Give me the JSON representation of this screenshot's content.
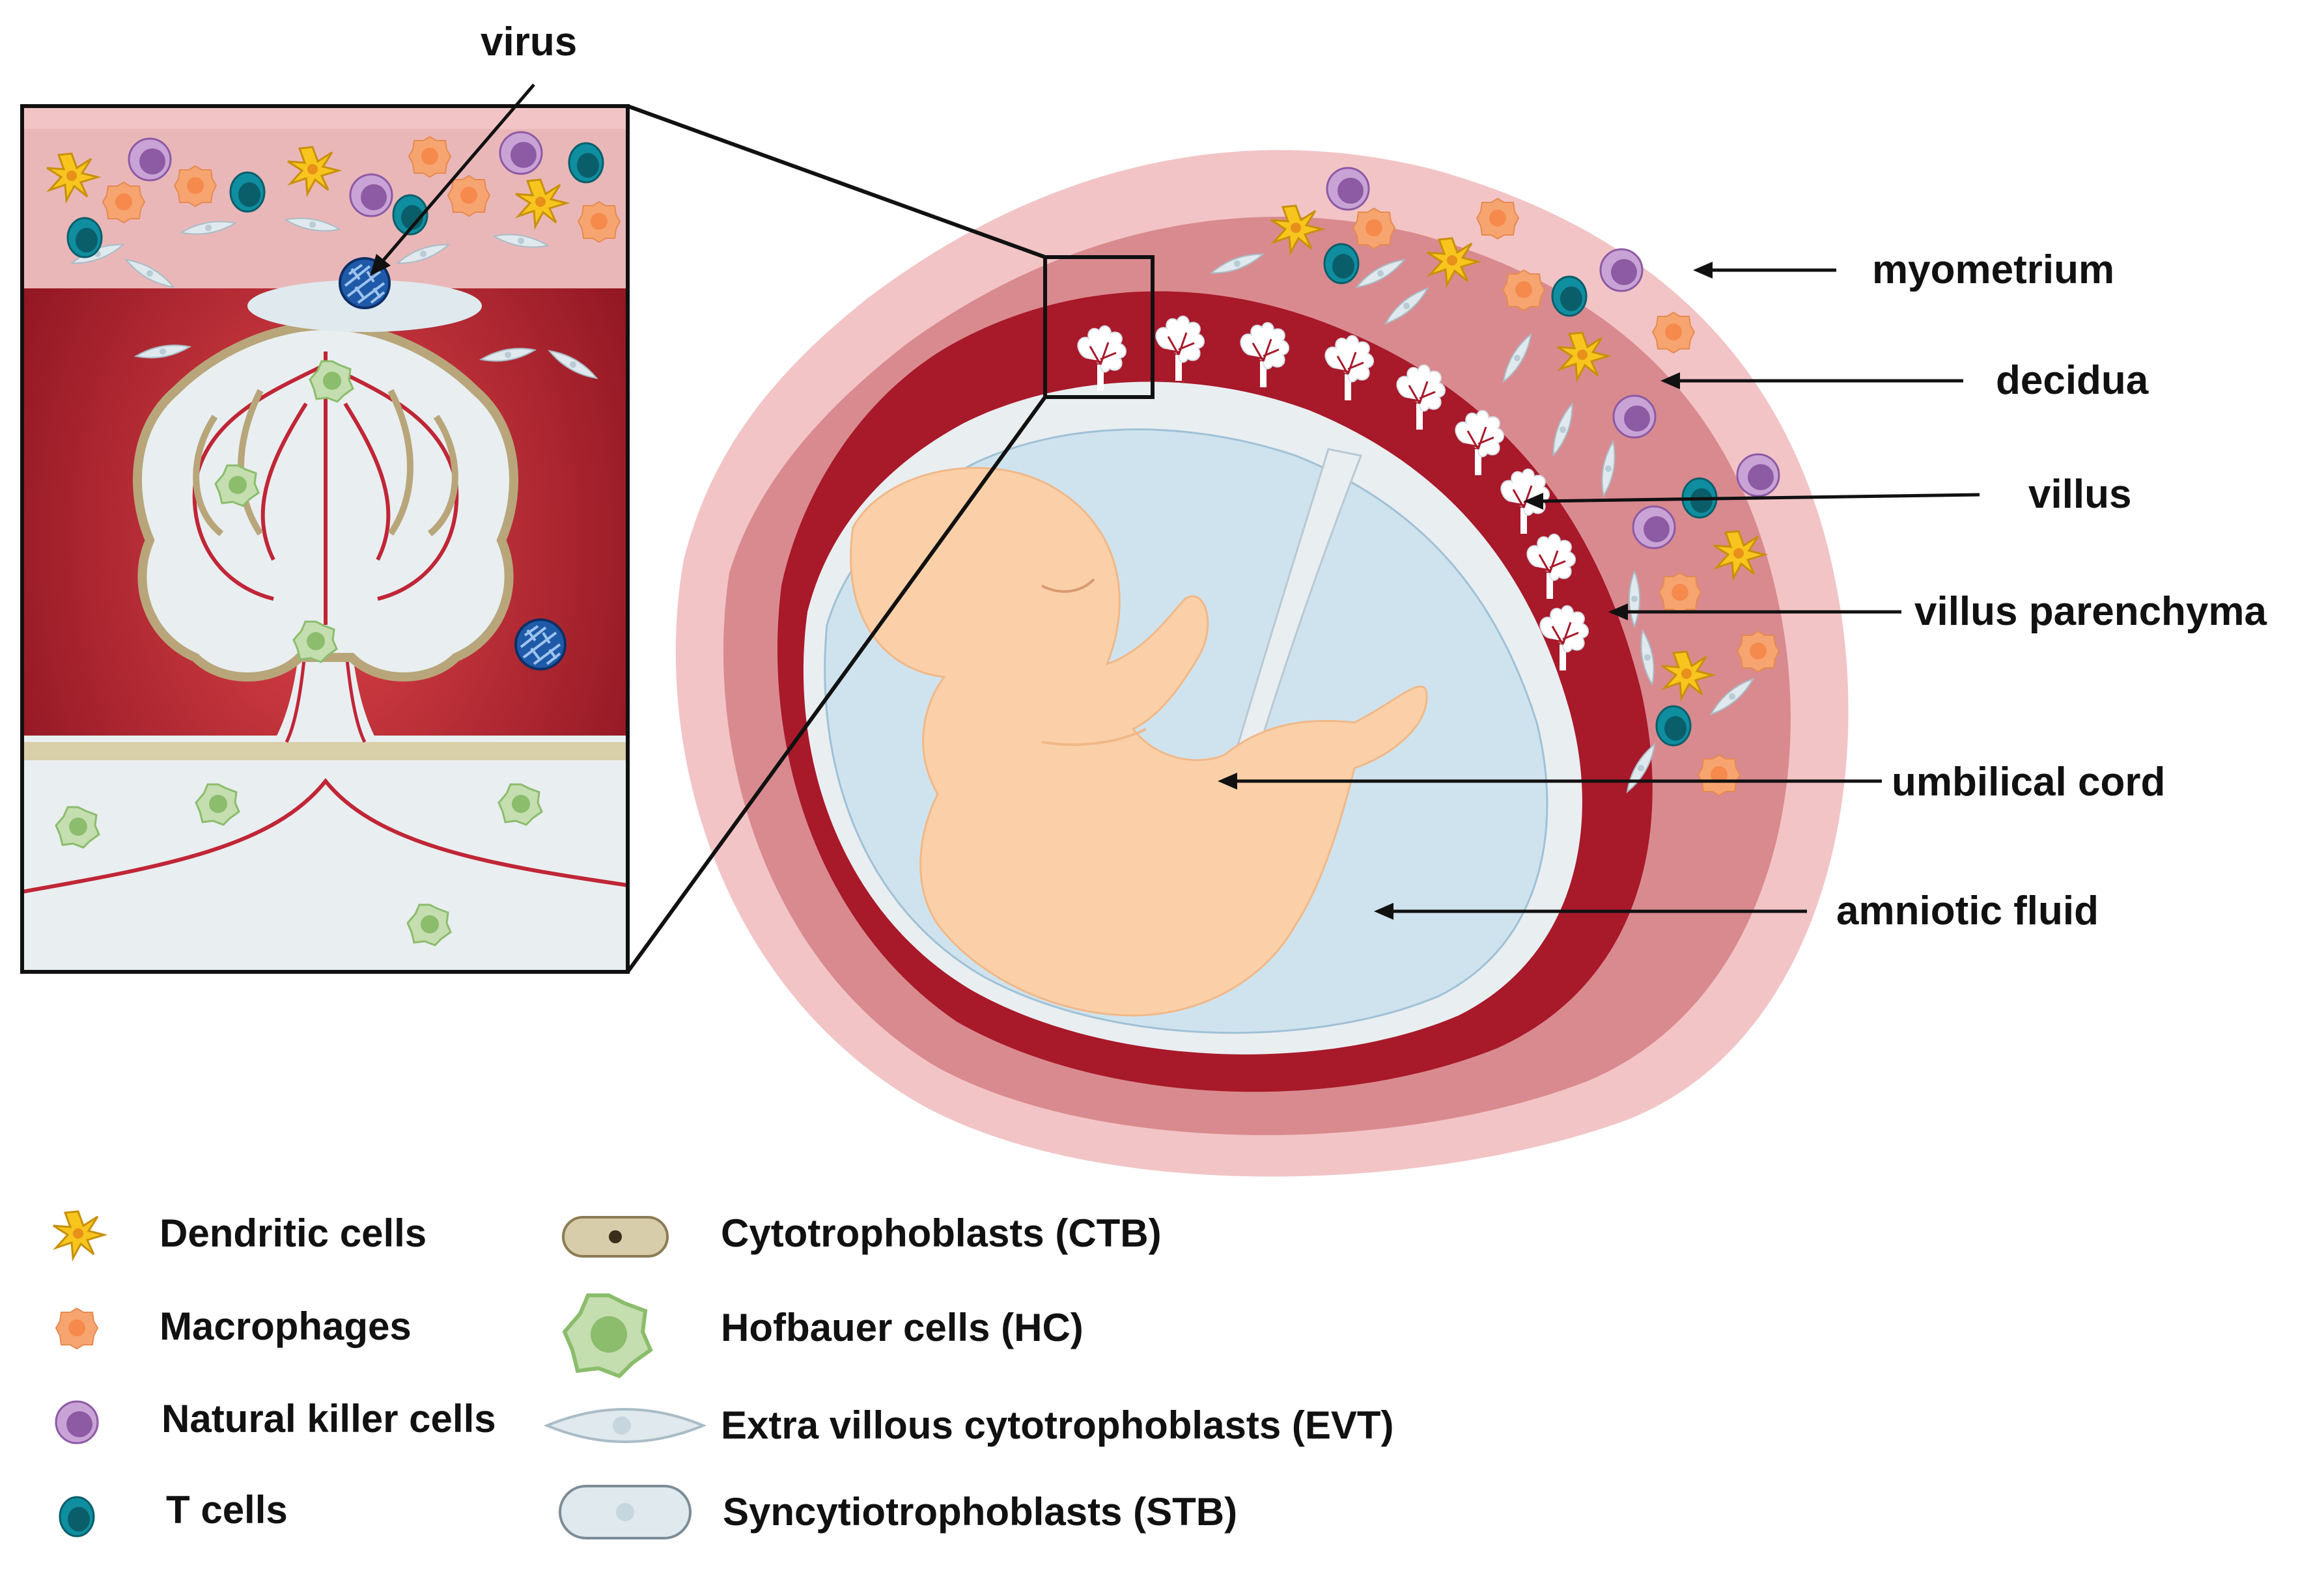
{
  "labels": {
    "virus": "virus",
    "myometrium": "myometrium",
    "decidua": "decidua",
    "villus": "villus",
    "villus_parenchyma": "villus parenchyma",
    "umbilical_cord": "umbilical cord",
    "amniotic_fluid": "amniotic fluid"
  },
  "legend": {
    "dendritic": "Dendritic  cells",
    "macrophages": "Macrophages",
    "nk": "Natural  killer  cells",
    "tcells": "T cells",
    "ctb": "Cytotrophoblasts (CTB)",
    "hc": "Hofbauer cells (HC)",
    "evt": "Extra villous  cytotrophoblasts (EVT)",
    "stb": "Syncytiotrophoblasts (STB)"
  },
  "colors": {
    "myometrium": "#f2c4c6",
    "decidua": "#d98a8f",
    "villus_parenchyma": "#a8192a",
    "amniotic_fluid": "#cfe3ee",
    "embryo": "#fbd0a8",
    "dendritic": "#f7c51e",
    "macrophage": "#f7a570",
    "nk": "#9b6bb0",
    "tcell": "#0d7a8c",
    "hofbauer": "#8bbd6c",
    "ctb": "#cdbf95",
    "virus": "#1e5aa8"
  }
}
